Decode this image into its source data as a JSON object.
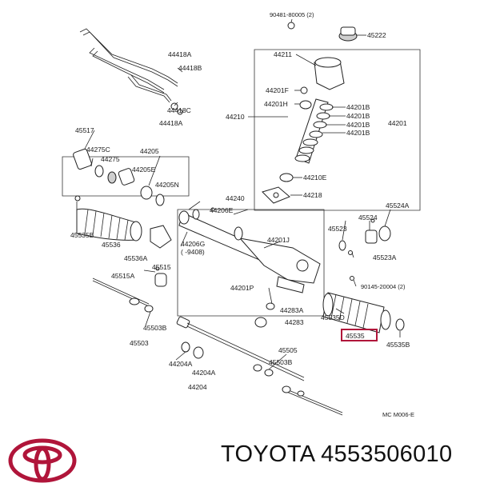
{
  "labels": {
    "l90481": "90481-80005 (2)",
    "l45222": "45222",
    "l44211": "44211",
    "l44201f": "44201F",
    "l44201h": "44201H",
    "l44201b1": "44201B",
    "l44201b2": "44201B",
    "l44201b3": "44201B",
    "l44201b4": "44201B",
    "l44201": "44201",
    "l44210": "44210",
    "l44210e": "44210E",
    "l44218": "44218",
    "l44240": "44240",
    "l44418a1": "44418A",
    "l44418b": "44418B",
    "l44418c": "44418C",
    "l44418a2": "44418A",
    "l45517": "45517",
    "l44275c": "44275C",
    "l44205": "44205",
    "l44275": "44275",
    "l44205e": "44205E",
    "l44205n": "44205N",
    "l44206e": "44206E",
    "l44206g": "44206G",
    "l9408": "( -9408)",
    "l44201j": "44201J",
    "l45535b1": "45535B",
    "l45536": "45536",
    "l45536a": "45536A",
    "l45515": "45515",
    "l45515a": "45515A",
    "l45524a": "45524A",
    "l45524": "45524",
    "l45523": "45523",
    "l45523a": "45523A",
    "l90145": "90145-20004 (2)",
    "l44201p": "44201P",
    "l44283a": "44283A",
    "l44283": "44283",
    "l45535d": "45535D",
    "l45535": "45535",
    "l45535b2": "45535B",
    "l45503b1": "45503B",
    "l45503": "45503",
    "l44204a1": "44204A",
    "l44204a2": "44204A",
    "l44204": "44204",
    "l45503b2": "45503B",
    "l45505": "45505",
    "lmcm": "MC M006-E"
  },
  "highlighted_part": "45535",
  "footer": {
    "brand_text": "TOYOTA 4553506010",
    "logo_icon": "toyota-logo-icon",
    "logo_color": "#b0153a"
  },
  "colors": {
    "highlight": "#b0153a",
    "ink": "#222222"
  }
}
